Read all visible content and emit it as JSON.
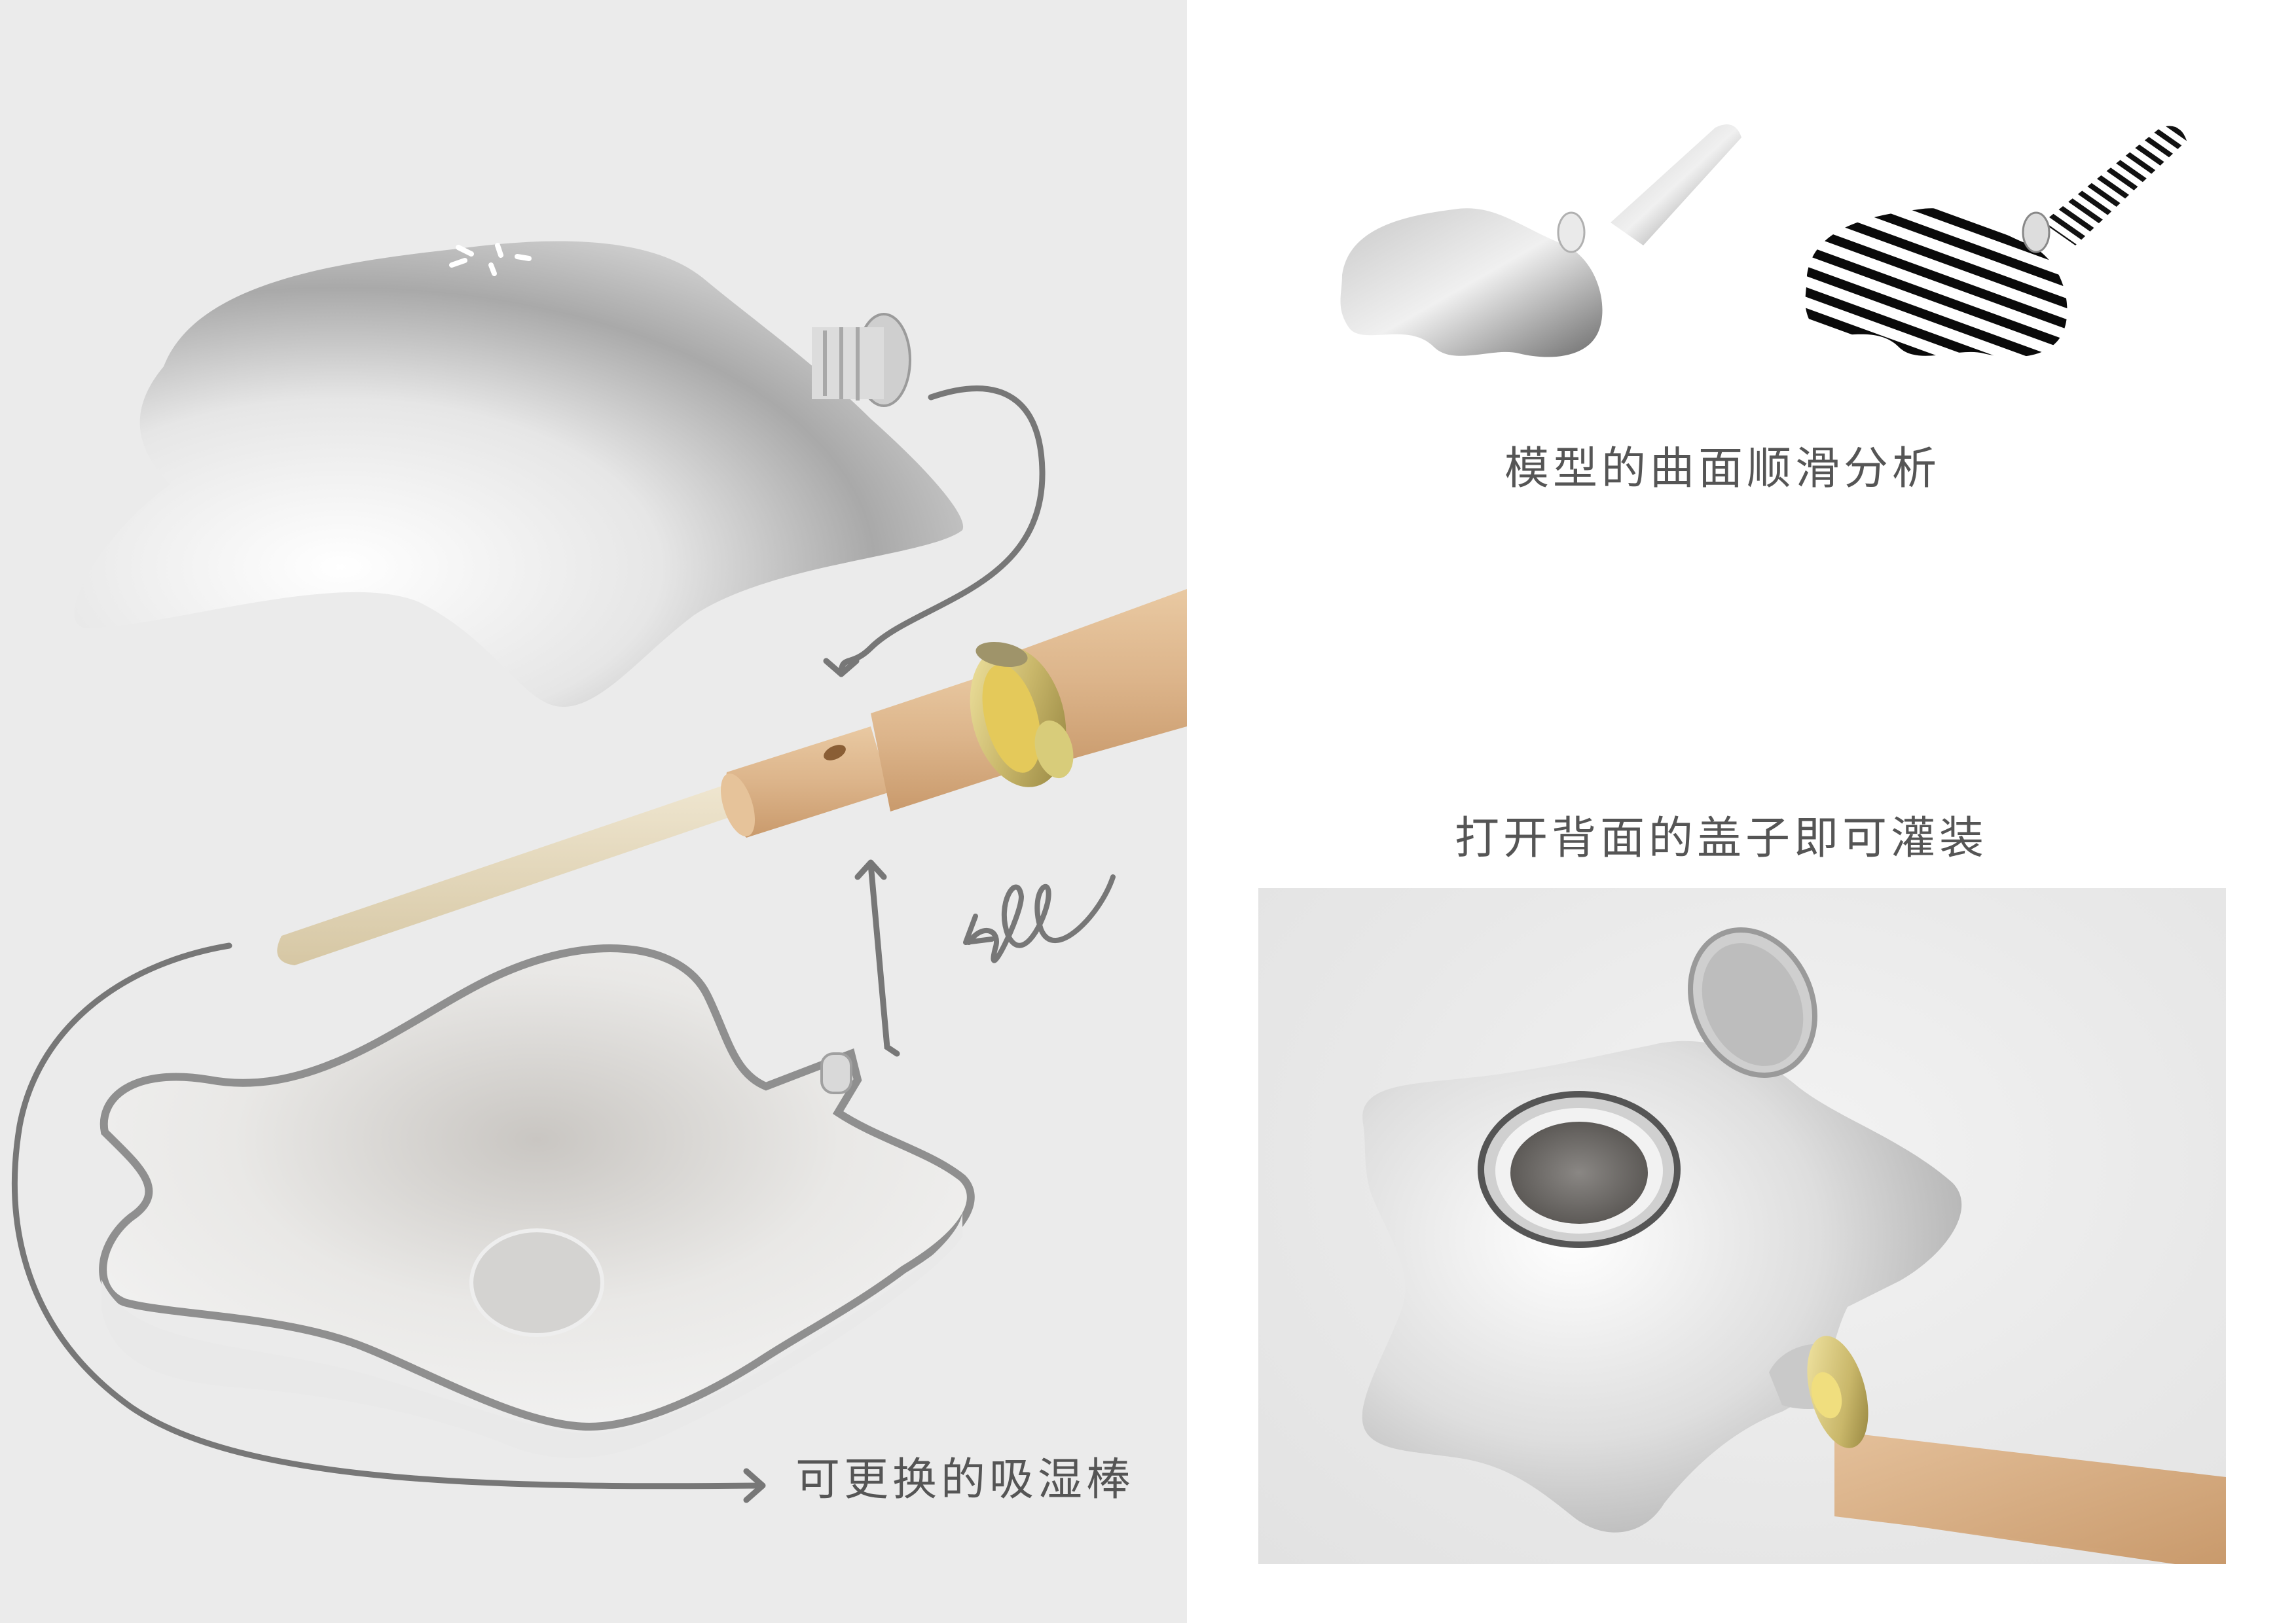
{
  "board": {
    "background": "#ffffff",
    "left_panel_color": "#ebebeb",
    "text_color": "#555555",
    "annotation_line_color": "#777777"
  },
  "left_panel": {
    "caption": "可更换的吸湿棒",
    "parts": [
      "star-top-shell",
      "wooden-handle",
      "gold-ring",
      "absorbent-rod",
      "star-bottom-tray"
    ]
  },
  "analysis_section": {
    "caption": "模型的曲面顺滑分析",
    "views": [
      "shaded-model",
      "zebra-stripe-analysis"
    ]
  },
  "render_section": {
    "caption": "打开背面的盖子即可灌装",
    "colors": {
      "metal": "#d8d8d8",
      "gold": "#c9b76a",
      "wood": "#dcb48a"
    }
  }
}
